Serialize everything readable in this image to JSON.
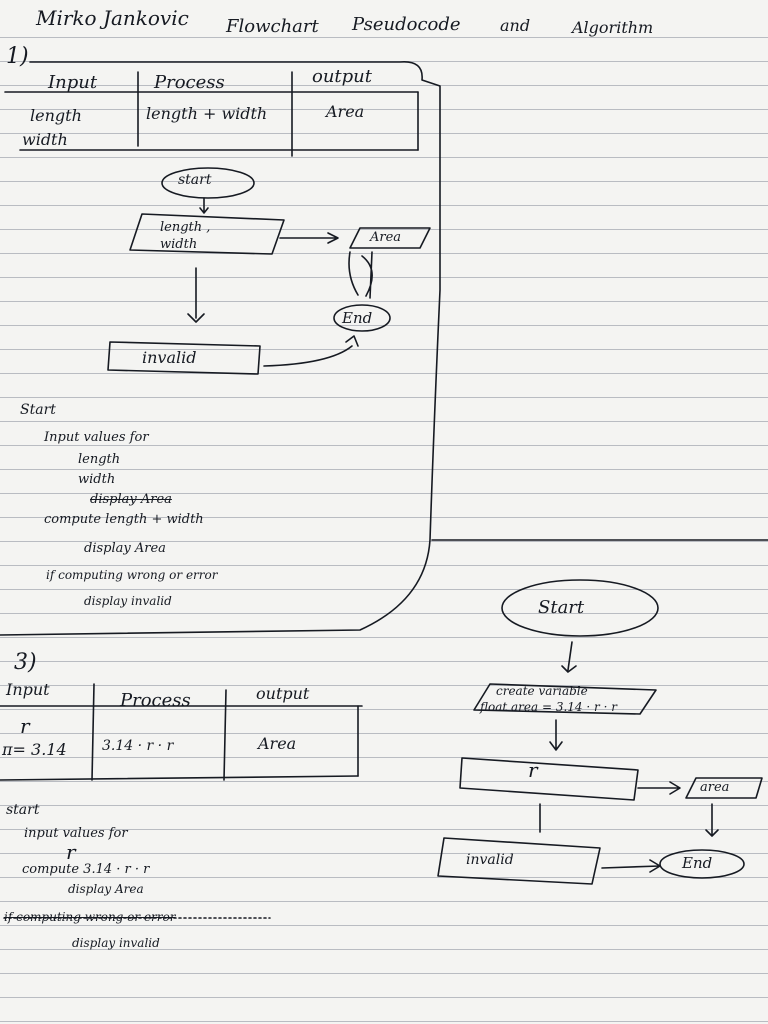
{
  "header": {
    "name": "Mirko Jankovic",
    "title_1": "Flowchart",
    "title_2": "Pseudocode",
    "title_3": "and",
    "title_4": "Algorithm"
  },
  "section1": {
    "number": "1)",
    "table": {
      "headers": [
        "Input",
        "Process",
        "output"
      ],
      "input_values": [
        "length",
        "width"
      ],
      "process_value": "length + width",
      "output_value": "Area"
    },
    "flowchart": {
      "start": "start",
      "input_line1": "length ,",
      "input_line2": "width",
      "output": "Area",
      "end": "End",
      "invalid": "invalid"
    },
    "pseudocode": {
      "start": "Start",
      "line_input": "Input values for",
      "line_length": "length",
      "line_width": "width",
      "line_struck": "display Area",
      "line_compute": "compute length + width",
      "line_display": "display Area",
      "line_if": "if computing wrong or error",
      "line_display_invalid": "display invalid"
    }
  },
  "section3": {
    "number": "3)",
    "table": {
      "headers": [
        "Input",
        "Process",
        "output"
      ],
      "input_var": "r",
      "input_pi": "π= 3.14",
      "process_value": "3.14 · r · r",
      "output_value": "Area"
    },
    "pseudocode": {
      "start": "start",
      "line_input": "input values for",
      "line_r": "r",
      "line_compute": "compute 3.14 · r · r",
      "line_display": "display Area",
      "line_if": "if computing wrong or error",
      "line_display_invalid": "display invalid"
    },
    "flowchart": {
      "start": "Start",
      "create_line1": "create variable",
      "create_line2": "float area = 3.14 · r · r",
      "input": "r",
      "output": "area",
      "invalid": "invalid",
      "end": "End"
    }
  }
}
